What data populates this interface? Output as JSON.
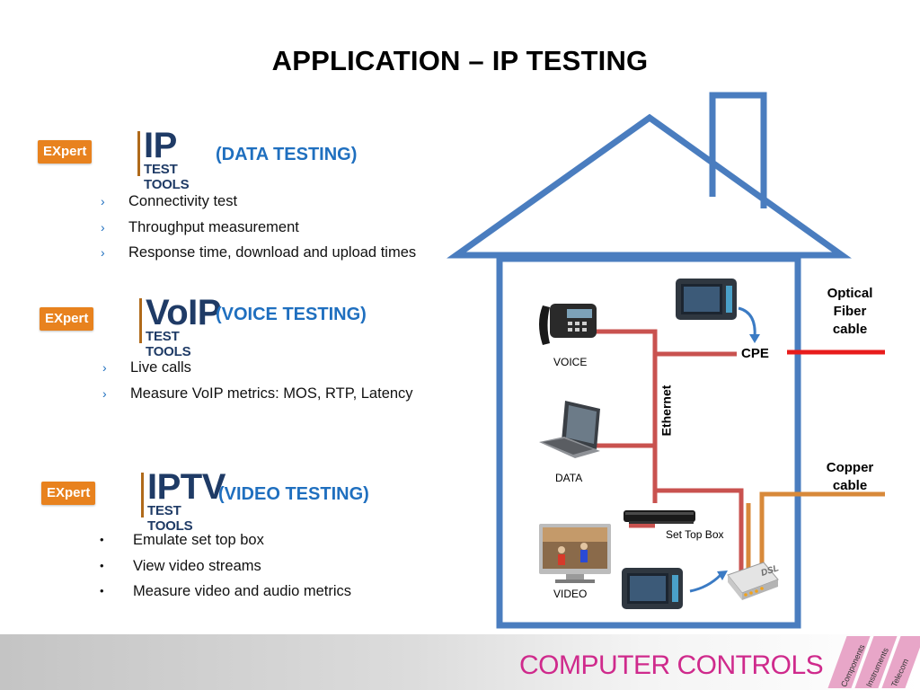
{
  "title": "APPLICATION – IP TESTING",
  "sections": [
    {
      "logo": {
        "expert": "EXpert",
        "big": "IP",
        "sub": "TEST TOOLS"
      },
      "heading": "(DATA TESTING)",
      "items": [
        "Connectivity test",
        "Throughput measurement",
        "Response time, download and upload times"
      ]
    },
    {
      "logo": {
        "expert": "EXpert",
        "big": "VoIP",
        "sub": "TEST TOOLS"
      },
      "heading": "(VOICE TESTING)",
      "items": [
        "Live calls",
        "Measure VoIP metrics: MOS, RTP, Latency"
      ]
    },
    {
      "logo": {
        "expert": "EXpert",
        "big": "IPTV",
        "sub": "TEST TOOLS"
      },
      "heading": "(VIDEO TESTING)",
      "items": [
        "Emulate set top box",
        "View video streams",
        "Measure video and audio metrics"
      ]
    }
  ],
  "bullet_marks": {
    "chevron": "›",
    "dot": "•"
  },
  "diagram": {
    "voice": "VOICE",
    "data": "DATA",
    "video": "VIDEO",
    "set_top_box": "Set Top Box",
    "cpe": "CPE",
    "ethernet": "Ethernet",
    "dsl": "DSL",
    "optical_line1": "Optical",
    "optical_line2": "Fiber",
    "optical_line3": "cable",
    "copper_line1": "Copper",
    "copper_line2": "cable"
  },
  "footer": {
    "brand": "COMPUTER CONTROLS",
    "tags": [
      "Components",
      "Instruments",
      "Telecom"
    ]
  },
  "colors": {
    "house": "#4a7dbf",
    "ethernet_line": "#c9524f",
    "optical_line": "#e81c1c",
    "copper_line": "#d8893a",
    "heading": "#1f6fbf",
    "brand": "#cf2a8c"
  }
}
